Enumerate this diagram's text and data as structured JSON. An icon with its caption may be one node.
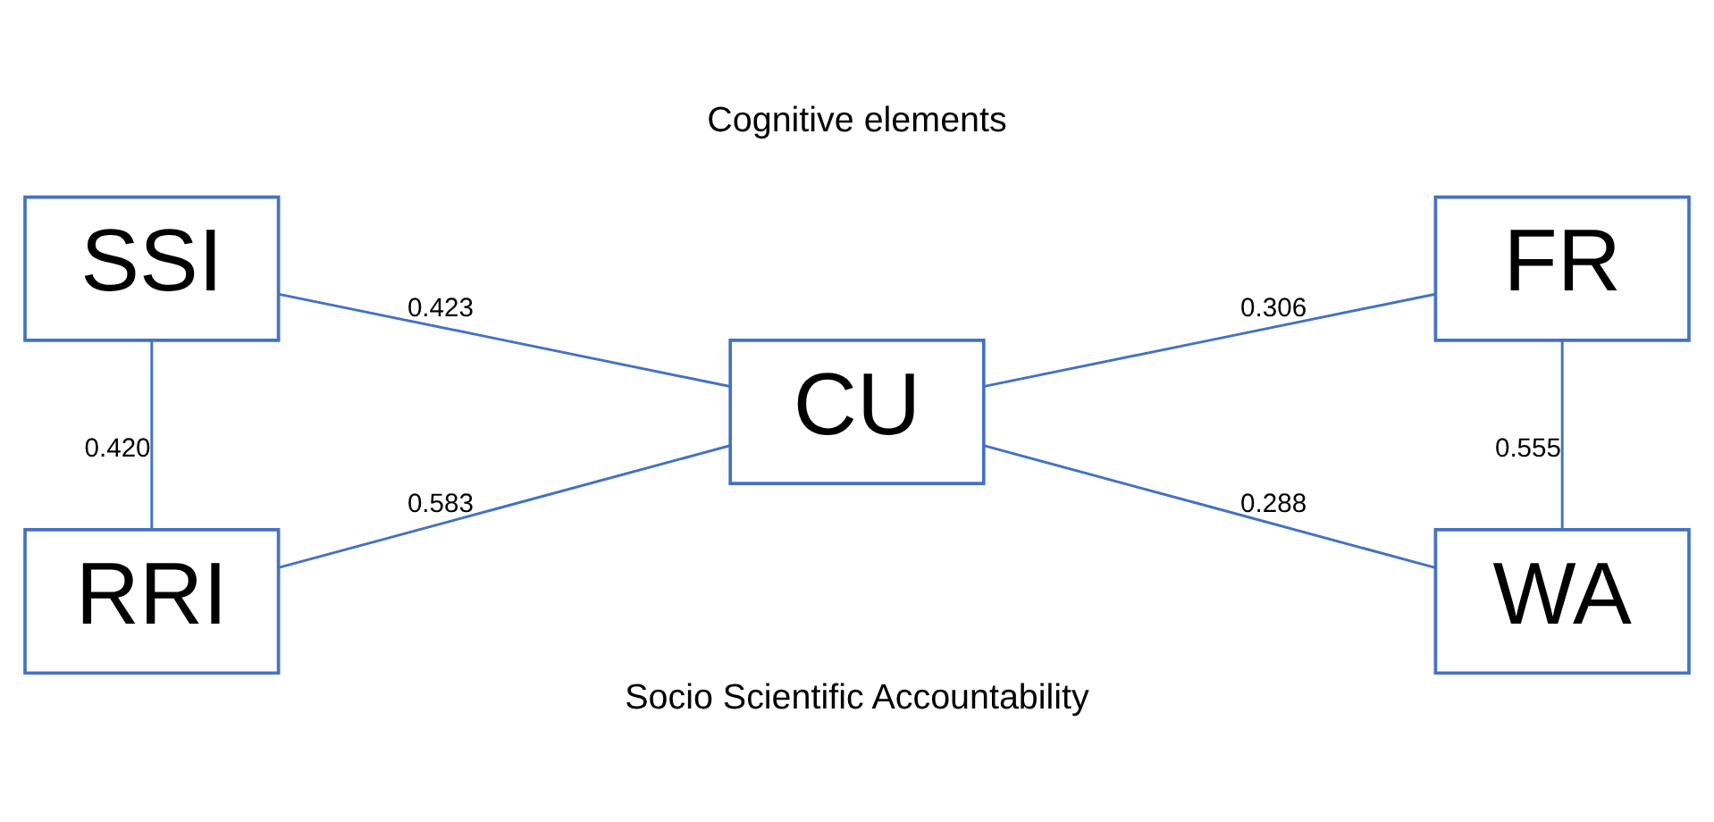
{
  "diagram": {
    "nodes": [
      {
        "text": [
          "SSI"
        ]
      },
      {
        "text": [
          "RRI"
        ]
      },
      {
        "text": [
          "CU"
        ]
      },
      {
        "text": [
          "FR"
        ]
      },
      {
        "text": [
          "WA"
        ]
      }
    ],
    "edges": [
      {
        "from": 0,
        "to": 2,
        "arrow": "none",
        "label": "0.423"
      },
      {
        "from": 0,
        "to": 1,
        "arrow": "none",
        "label": "0.420"
      },
      {
        "from": 1,
        "to": 2,
        "arrow": "none",
        "label": "0.583"
      },
      {
        "from": 2,
        "to": 3,
        "arrow": "none",
        "label": "0.306"
      },
      {
        "from": 3,
        "to": 4,
        "arrow": "none",
        "label": "0.555"
      },
      {
        "from": 2,
        "to": 4,
        "arrow": "none",
        "label": "0.288"
      }
    ],
    "labels": [
      "Cognitive elements",
      "Socio Scientific Accountability"
    ]
  }
}
